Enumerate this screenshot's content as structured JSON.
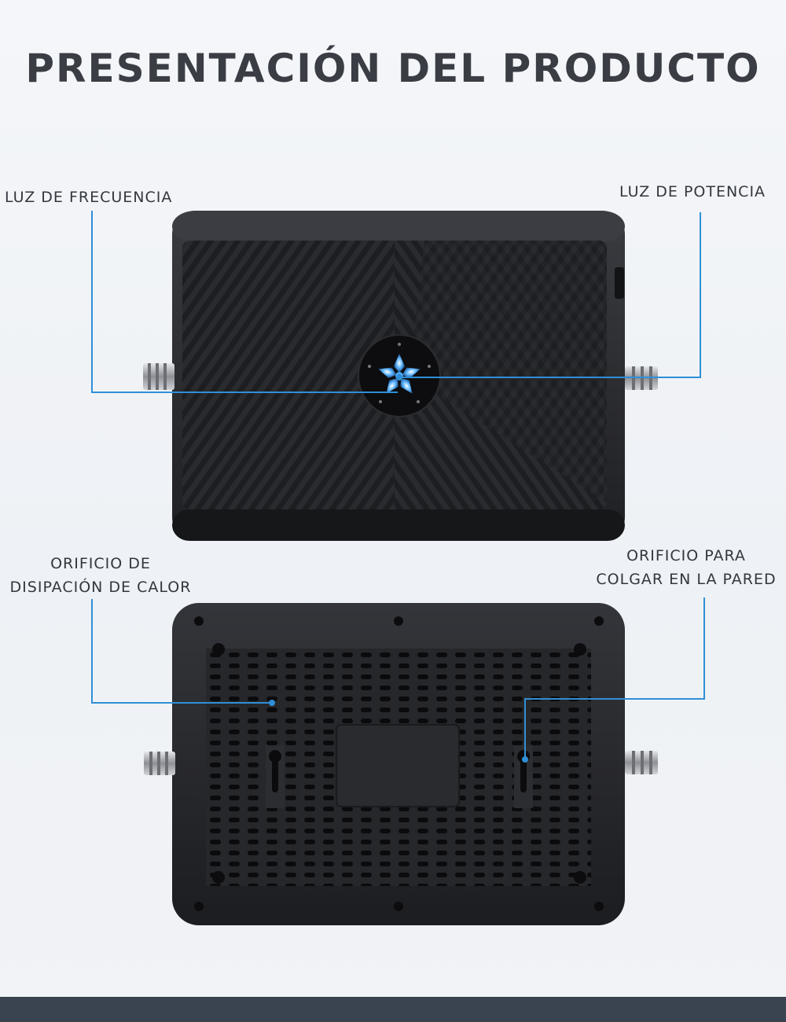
{
  "title": "PRESENTACIÓN DEL PRODUCTO",
  "callouts": {
    "frequency_light": "LUZ DE FRECUENCIA",
    "power_light": "LUZ DE POTENCIA",
    "heat_vent_line1": "ORIFICIO DE",
    "heat_vent_line2": "DISIPACIÓN DE CALOR",
    "wall_mount_line1": "ORIFICIO PARA",
    "wall_mount_line2": "COLGAR EN LA PARED"
  },
  "colors": {
    "leader_line": "#2f8fd6",
    "device_body": "#232427",
    "indicator_glow": "#5fb6ff",
    "bottom_bar": "#3a4350"
  },
  "icons": [
    "antenna-connector-icon",
    "led-indicator-icon"
  ]
}
